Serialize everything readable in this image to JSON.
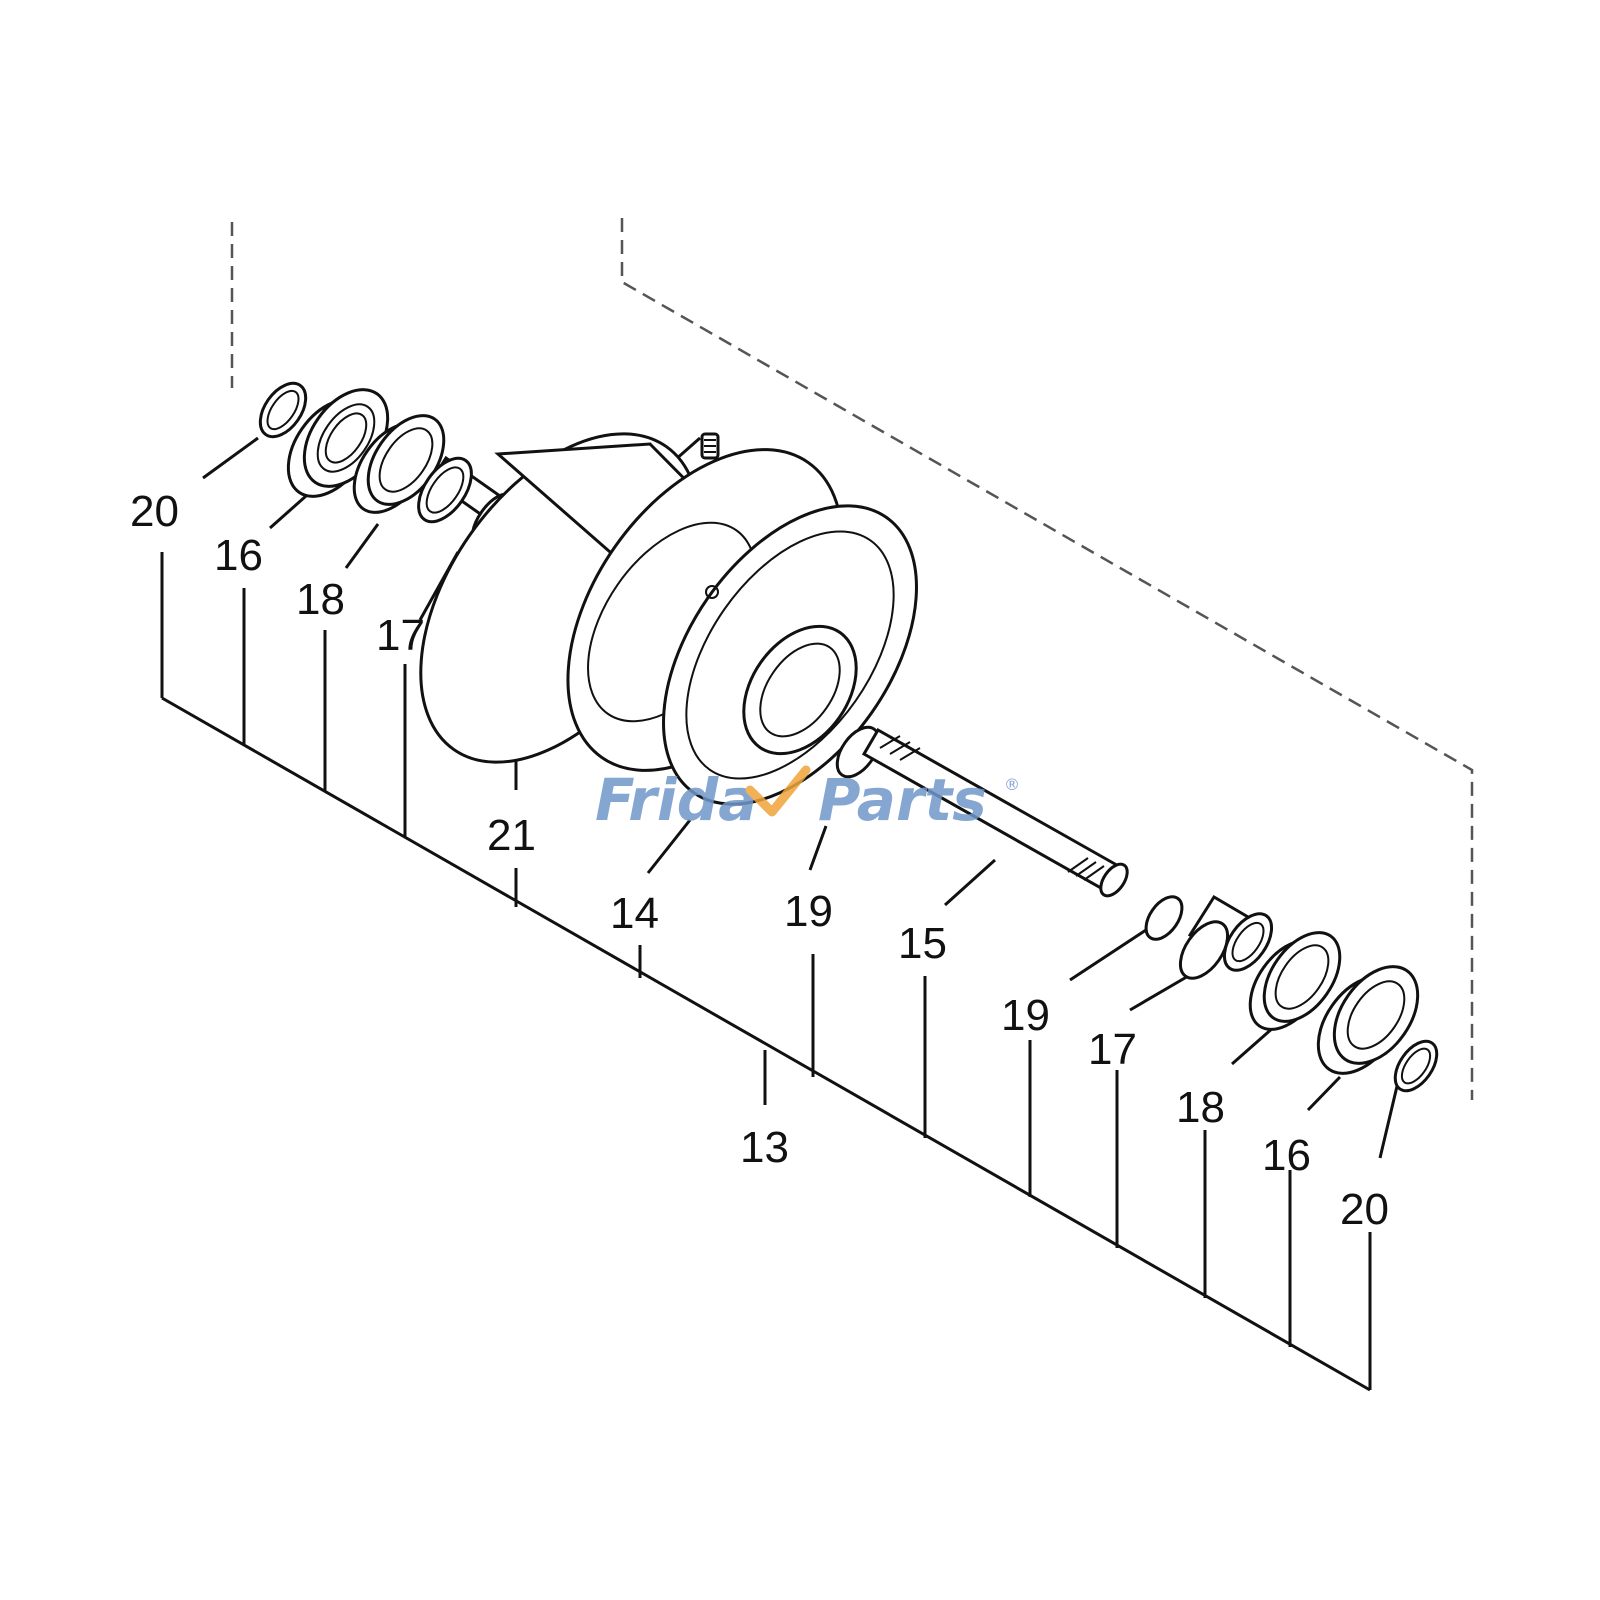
{
  "diagram": {
    "callouts": {
      "left_20": "20",
      "left_16": "16",
      "left_18": "18",
      "left_17": "17",
      "c21": "21",
      "c14": "14",
      "c19_upper": "19",
      "c15": "15",
      "c13": "13",
      "right_19": "19",
      "right_17": "17",
      "right_18": "18",
      "right_16": "16",
      "right_20": "20"
    }
  },
  "watermark": {
    "text_part1": "Frida",
    "text_part2": "Parts",
    "reg_mark": "®",
    "color_blue": "#6f97c9",
    "color_orange": "#f0a43a"
  }
}
